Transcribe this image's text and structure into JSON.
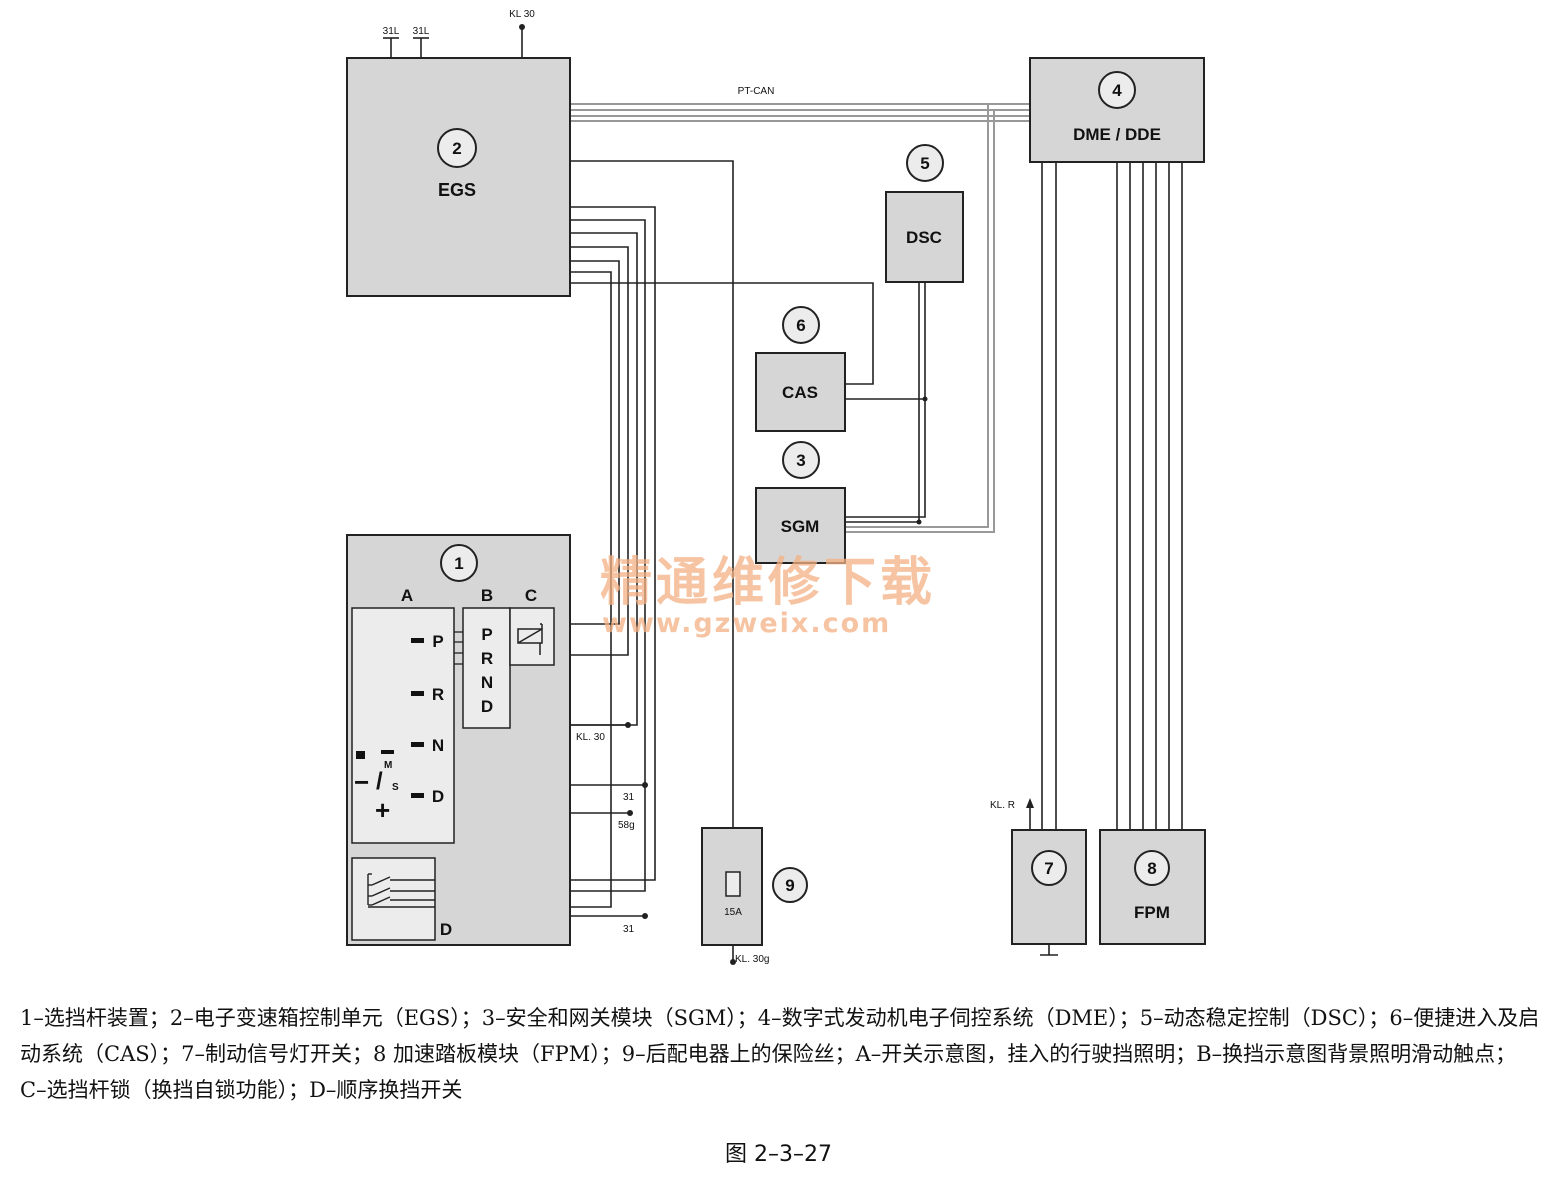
{
  "modules": {
    "m1": {
      "number": "1"
    },
    "m2": {
      "number": "2",
      "label": "EGS"
    },
    "m3": {
      "number": "3",
      "label": "SGM"
    },
    "m4": {
      "number": "4",
      "label": "DME / DDE"
    },
    "m5": {
      "number": "5",
      "label": "DSC"
    },
    "m6": {
      "number": "6",
      "label": "CAS"
    },
    "m7": {
      "number": "7"
    },
    "m8": {
      "number": "8",
      "label": "FPM"
    },
    "m9": {
      "number": "9",
      "fuse": "15A"
    }
  },
  "terminals": {
    "t31l_a": "31L",
    "t31l_b": "31L",
    "kl30_top": "KL 30",
    "pt_can": "PT-CAN",
    "kl30_mid": "KL. 30",
    "t31_a": "31",
    "t58g": "58g",
    "t31_b": "31",
    "kl30g": "KL. 30g",
    "klr": "KL. R"
  },
  "selector": {
    "section_a": "A",
    "section_b": "B",
    "section_c": "C",
    "section_d": "D",
    "gears": [
      "P",
      "R",
      "N",
      "D"
    ],
    "prnd": [
      "P",
      "R",
      "N",
      "D"
    ],
    "ms_m": "M",
    "ms_slash": "/",
    "ms_s": "S",
    "plus": "+",
    "minus": "−"
  },
  "watermark": {
    "cn": "精通维修下载",
    "url": "www.gzweix.com"
  },
  "caption": "1–选挡杆装置；2–电子变速箱控制单元（EGS）；3–安全和网关模块（SGM）；4–数字式发动机电子伺控系统（DME）；5–动态稳定控制（DSC）；6–便捷进入及启动系统（CAS）；7–制动信号灯开关；8 加速踏板模块（FPM）；9–后配电器上的保险丝；A–开关示意图，挂入的行驶挡照明；B–换挡示意图背景照明滑动触点；C–选挡杆锁（换挡自锁功能）；D–顺序换挡开关",
  "figure_label": "图 2–3–27"
}
